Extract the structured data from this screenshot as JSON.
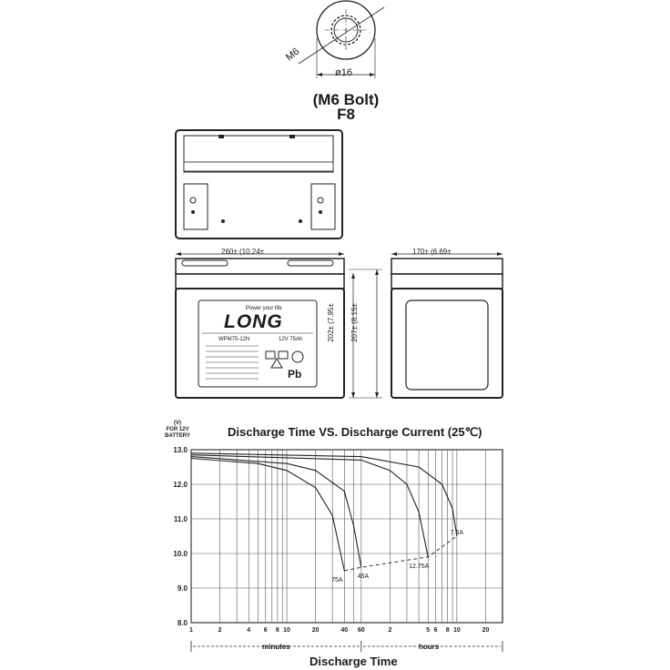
{
  "bolt": {
    "thread_label": "M6",
    "diameter_label": "ø16",
    "title": "(M6 Bolt)",
    "subtitle": "F8"
  },
  "dimensions": {
    "length": "260±",
    "length_inch": "(10.24±",
    "width": "170±",
    "width_inch": "(6.69±",
    "height": "202±",
    "height_inch": "(7.95±",
    "total_height": "207±",
    "total_height_inch": "(8.15±"
  },
  "battery_label": {
    "brand": "LONG",
    "tagline": "Power your life",
    "model": "WPM75-12N",
    "rating": "12V 75Ah",
    "recycle_mark": "Pb"
  },
  "chart": {
    "title": "Discharge Time VS. Discharge Current (25℃)",
    "y_unit": "(V)",
    "y_note_1": "FOR 12V",
    "y_note_2": "BATTERY",
    "x_title": "Discharge Time",
    "minutes_label": "minutes",
    "hours_label": "hours"
  },
  "chart_data": {
    "type": "line",
    "title": "Discharge Time VS. Discharge Current (25℃)",
    "xlabel": "Discharge Time",
    "ylabel": "(V) FOR 12V BATTERY",
    "ylim": [
      8.0,
      13.0
    ],
    "yticks": [
      "8.0",
      "9.0",
      "10.0",
      "11.0",
      "12.0",
      "13.0"
    ],
    "x_scale": "log",
    "xticks_minutes": [
      "1",
      "2",
      "4",
      "6",
      "8",
      "10",
      "20",
      "40",
      "60"
    ],
    "xticks_hours": [
      "2",
      "5",
      "6",
      "8",
      "10",
      "20"
    ],
    "grid": true,
    "series": [
      {
        "name": "75A",
        "x_minutes": [
          1,
          5,
          10,
          20,
          30,
          40
        ],
        "y": [
          12.75,
          12.6,
          12.4,
          11.9,
          11.1,
          9.5
        ]
      },
      {
        "name": "45A",
        "x_minutes": [
          1,
          10,
          20,
          40,
          50,
          60
        ],
        "y": [
          12.8,
          12.6,
          12.4,
          11.8,
          10.8,
          9.6
        ]
      },
      {
        "name": "12.75A",
        "x_minutes": [
          1,
          60,
          120,
          180,
          240,
          300
        ],
        "y": [
          12.85,
          12.7,
          12.4,
          12.0,
          11.2,
          9.9
        ]
      },
      {
        "name": "7.5A",
        "x_minutes": [
          1,
          60,
          240,
          420,
          540,
          600
        ],
        "y": [
          12.9,
          12.8,
          12.5,
          12.0,
          11.3,
          10.5
        ]
      },
      {
        "name": "",
        "x_minutes": [
          40,
          60,
          300,
          600
        ],
        "y": [
          9.5,
          9.6,
          9.9,
          10.5
        ]
      }
    ],
    "annotations": [
      "75A",
      "45A",
      "12.75A",
      "7.5A"
    ]
  }
}
